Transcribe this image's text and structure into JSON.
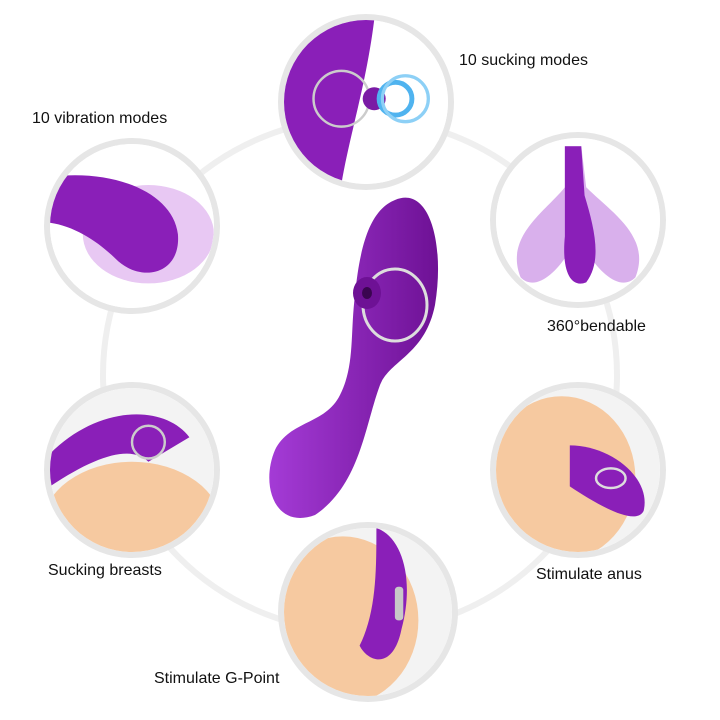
{
  "features": [
    {
      "label": "10 sucking modes"
    },
    {
      "label": "10 vibration modes"
    },
    {
      "label": "360°bendable"
    },
    {
      "label": "Sucking breasts"
    },
    {
      "label": "Stimulate anus"
    },
    {
      "label": "Stimulate G-Point"
    }
  ],
  "colors": {
    "purple": "#8a1fb8",
    "skin": "#f6c9a0",
    "ring": "#e6e6e6"
  }
}
